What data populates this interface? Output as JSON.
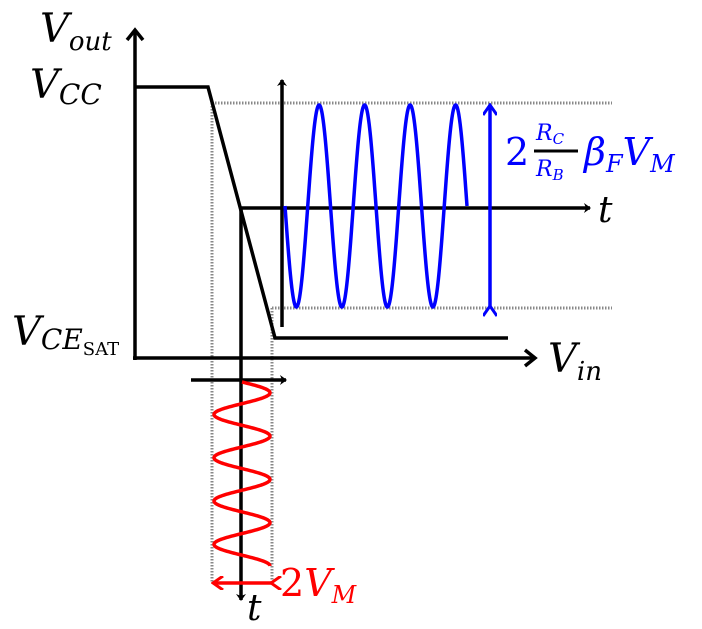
{
  "colors": {
    "axis": "#000000",
    "guide": "#888888",
    "output_signal": "#0000ff",
    "input_signal": "#ff0000"
  },
  "labels": {
    "y_axis": {
      "main": "V",
      "sub": "out"
    },
    "x_axis": {
      "main": "V",
      "sub": "in"
    },
    "vcc": {
      "main": "V",
      "sub": "CC"
    },
    "vcesat": {
      "main": "V",
      "sub": "CE",
      "subsub": "SAT"
    },
    "output_time_axis": "t",
    "input_time_axis": "t",
    "output_amplitude": {
      "coef": "2",
      "frac_num": {
        "main": "R",
        "sub": "C"
      },
      "frac_den": {
        "main": "R",
        "sub": "B"
      },
      "beta": {
        "main": "β",
        "sub": "F"
      },
      "vm": {
        "main": "V",
        "sub": "M"
      }
    },
    "input_amplitude": {
      "coef": "2",
      "main": "V",
      "sub": "M"
    }
  },
  "signals": {
    "output_cycles": 4,
    "input_cycles": 4
  }
}
